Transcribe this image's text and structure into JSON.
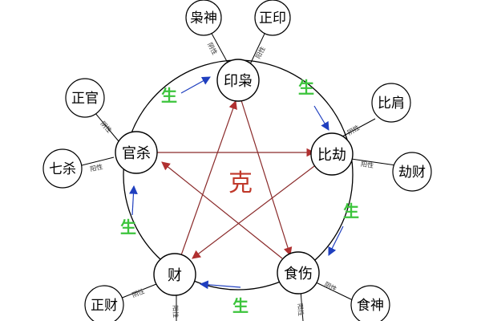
{
  "diagram": {
    "center_label": "克",
    "cycle_label": "生",
    "nodes": {
      "yin_xiao": "印枭",
      "bi_jie": "比劫",
      "shi_shang": "食伤",
      "cai": "财",
      "guan_sha": "官杀"
    },
    "sub_nodes": {
      "xiao_shen": "枭神",
      "zheng_yin": "正印",
      "bi_jian": "比肩",
      "jie_cai": "劫财",
      "shi_shen": "食神",
      "zheng_cai": "正财",
      "qi_sha": "七杀",
      "zheng_guan": "正官"
    },
    "connector_labels": {
      "yin_left": "阴性",
      "yin_right": "阳性",
      "bi_upper": "阴性",
      "bi_lower": "阳性",
      "shi_lower": "阳性",
      "shi_right": "阴性",
      "cai_upper": "阴性",
      "cai_lower": "阳性",
      "guan_upper": "阴性",
      "guan_left": "阳性"
    },
    "colors": {
      "sheng": "#3cc43c",
      "ke": "#c0392b",
      "cycle_arrow": "#1f3fbf",
      "star_line": "#8a2a2a",
      "outline": "#000000"
    }
  }
}
